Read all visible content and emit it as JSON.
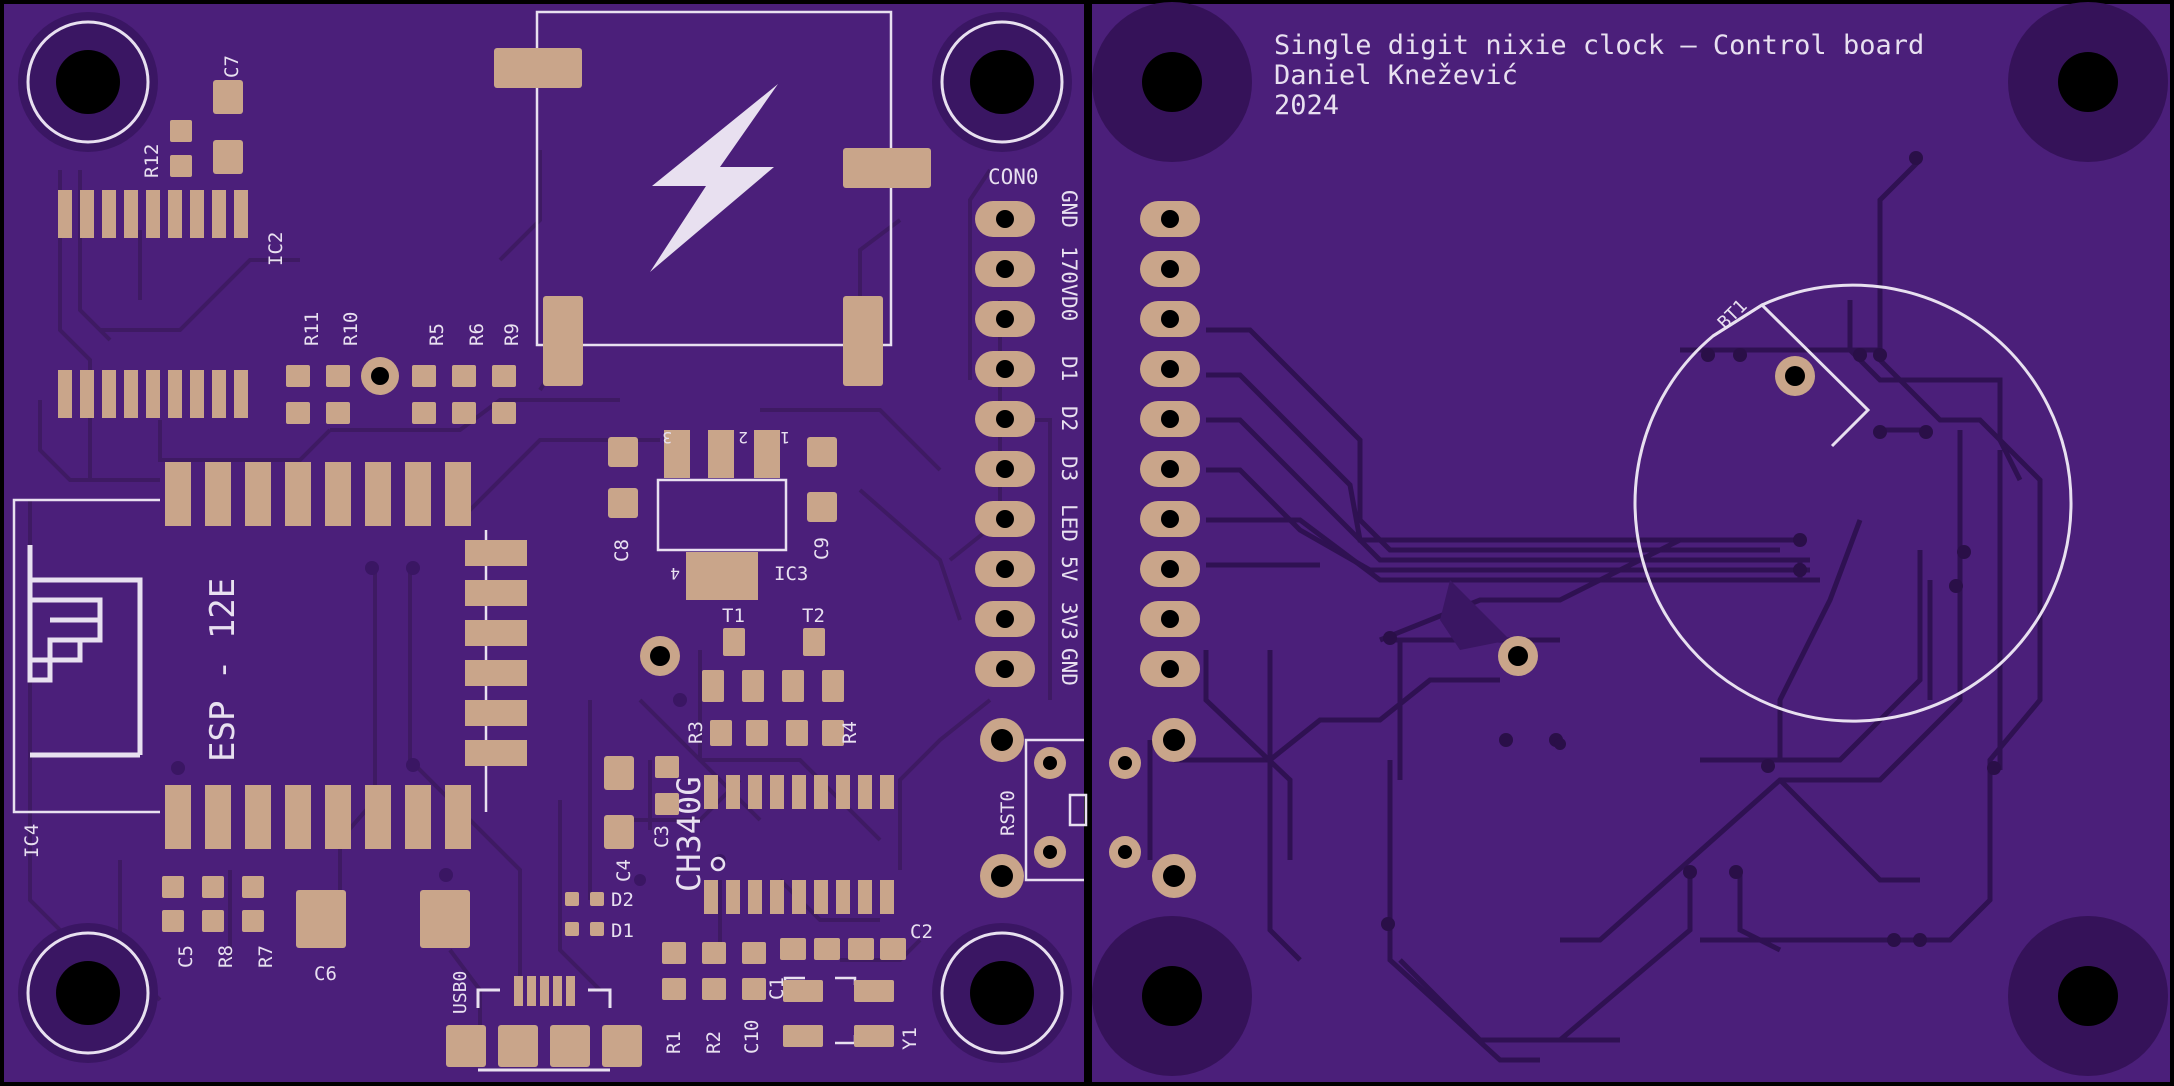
{
  "colors": {
    "board": "#4b1f7a",
    "board_dark": "#3a1663",
    "copper": "#c9a58a",
    "silkscreen": "#e8e0f0",
    "outline": "#000000",
    "hole": "#000000",
    "keepout": "#351259"
  },
  "title_block": {
    "line1": "Single digit nixie clock – Control board",
    "line2": "Daniel Knežević",
    "line3": "2024"
  },
  "connector": {
    "ref": "CON0",
    "pins": [
      "GND",
      "170V",
      "D0",
      "D1",
      "D2",
      "D3",
      "LED",
      "5V",
      "3V3",
      "GND"
    ]
  },
  "references": {
    "c7": "C7",
    "r12": "R12",
    "ic2": "IC2",
    "r11": "R11",
    "r10": "R10",
    "r5": "R5",
    "r6": "R6",
    "r9": "R9",
    "esp": "ESP - 12E",
    "ic4": "IC4",
    "c8": "C8",
    "c9": "C9",
    "ic3": "IC3",
    "ic3_pins": [
      "1",
      "2",
      "3",
      "4"
    ],
    "t1": "T1",
    "t2": "T2",
    "r3": "R3",
    "r4": "R4",
    "ch340": "CH340G",
    "c3": "C3",
    "c4": "C4",
    "d2": "D2",
    "d1": "D1",
    "c5": "C5",
    "r8": "R8",
    "r7": "R7",
    "c6": "C6",
    "usb": "USB0",
    "r1": "R1",
    "r2": "R2",
    "c10": "C10",
    "c1": "C1",
    "c2": "C2",
    "y1": "Y1",
    "rst": "RST0",
    "bt1": "BT1"
  },
  "icons": [
    "mounting-hole-icon",
    "high-voltage-lightning-icon",
    "wifi-antenna-icon",
    "coin-cell-battery-icon"
  ]
}
